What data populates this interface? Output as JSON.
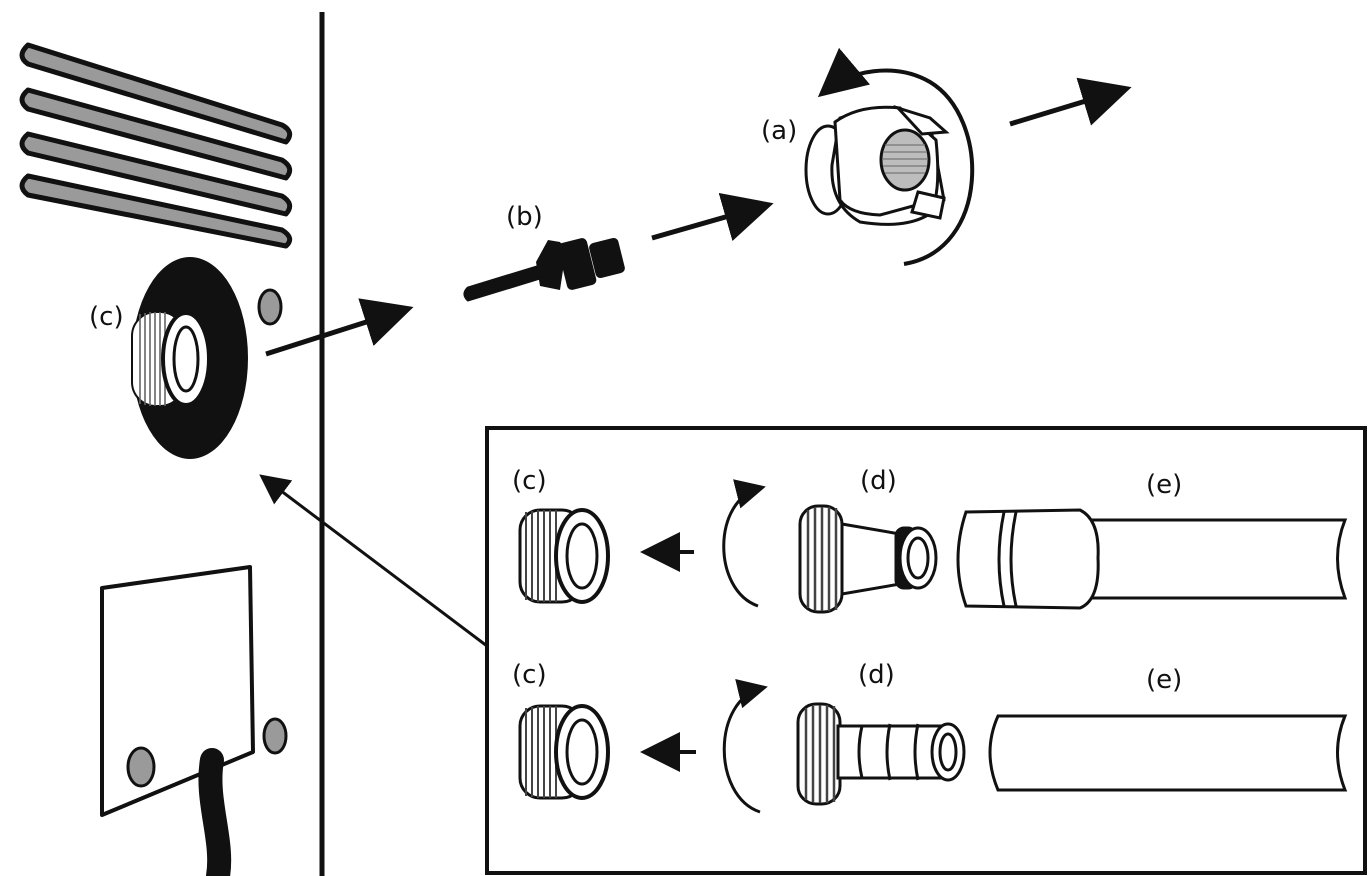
{
  "labels": {
    "a": "(a)",
    "b": "(b)",
    "c_main": "(c)",
    "c_top": "(c)",
    "d_top": "(d)",
    "e_top": "(e)",
    "c_bottom": "(c)",
    "d_bottom": "(d)",
    "e_bottom": "(e)"
  },
  "colors": {
    "stroke": "#111111",
    "grey": "#9a9a9a",
    "background": "#ffffff"
  }
}
